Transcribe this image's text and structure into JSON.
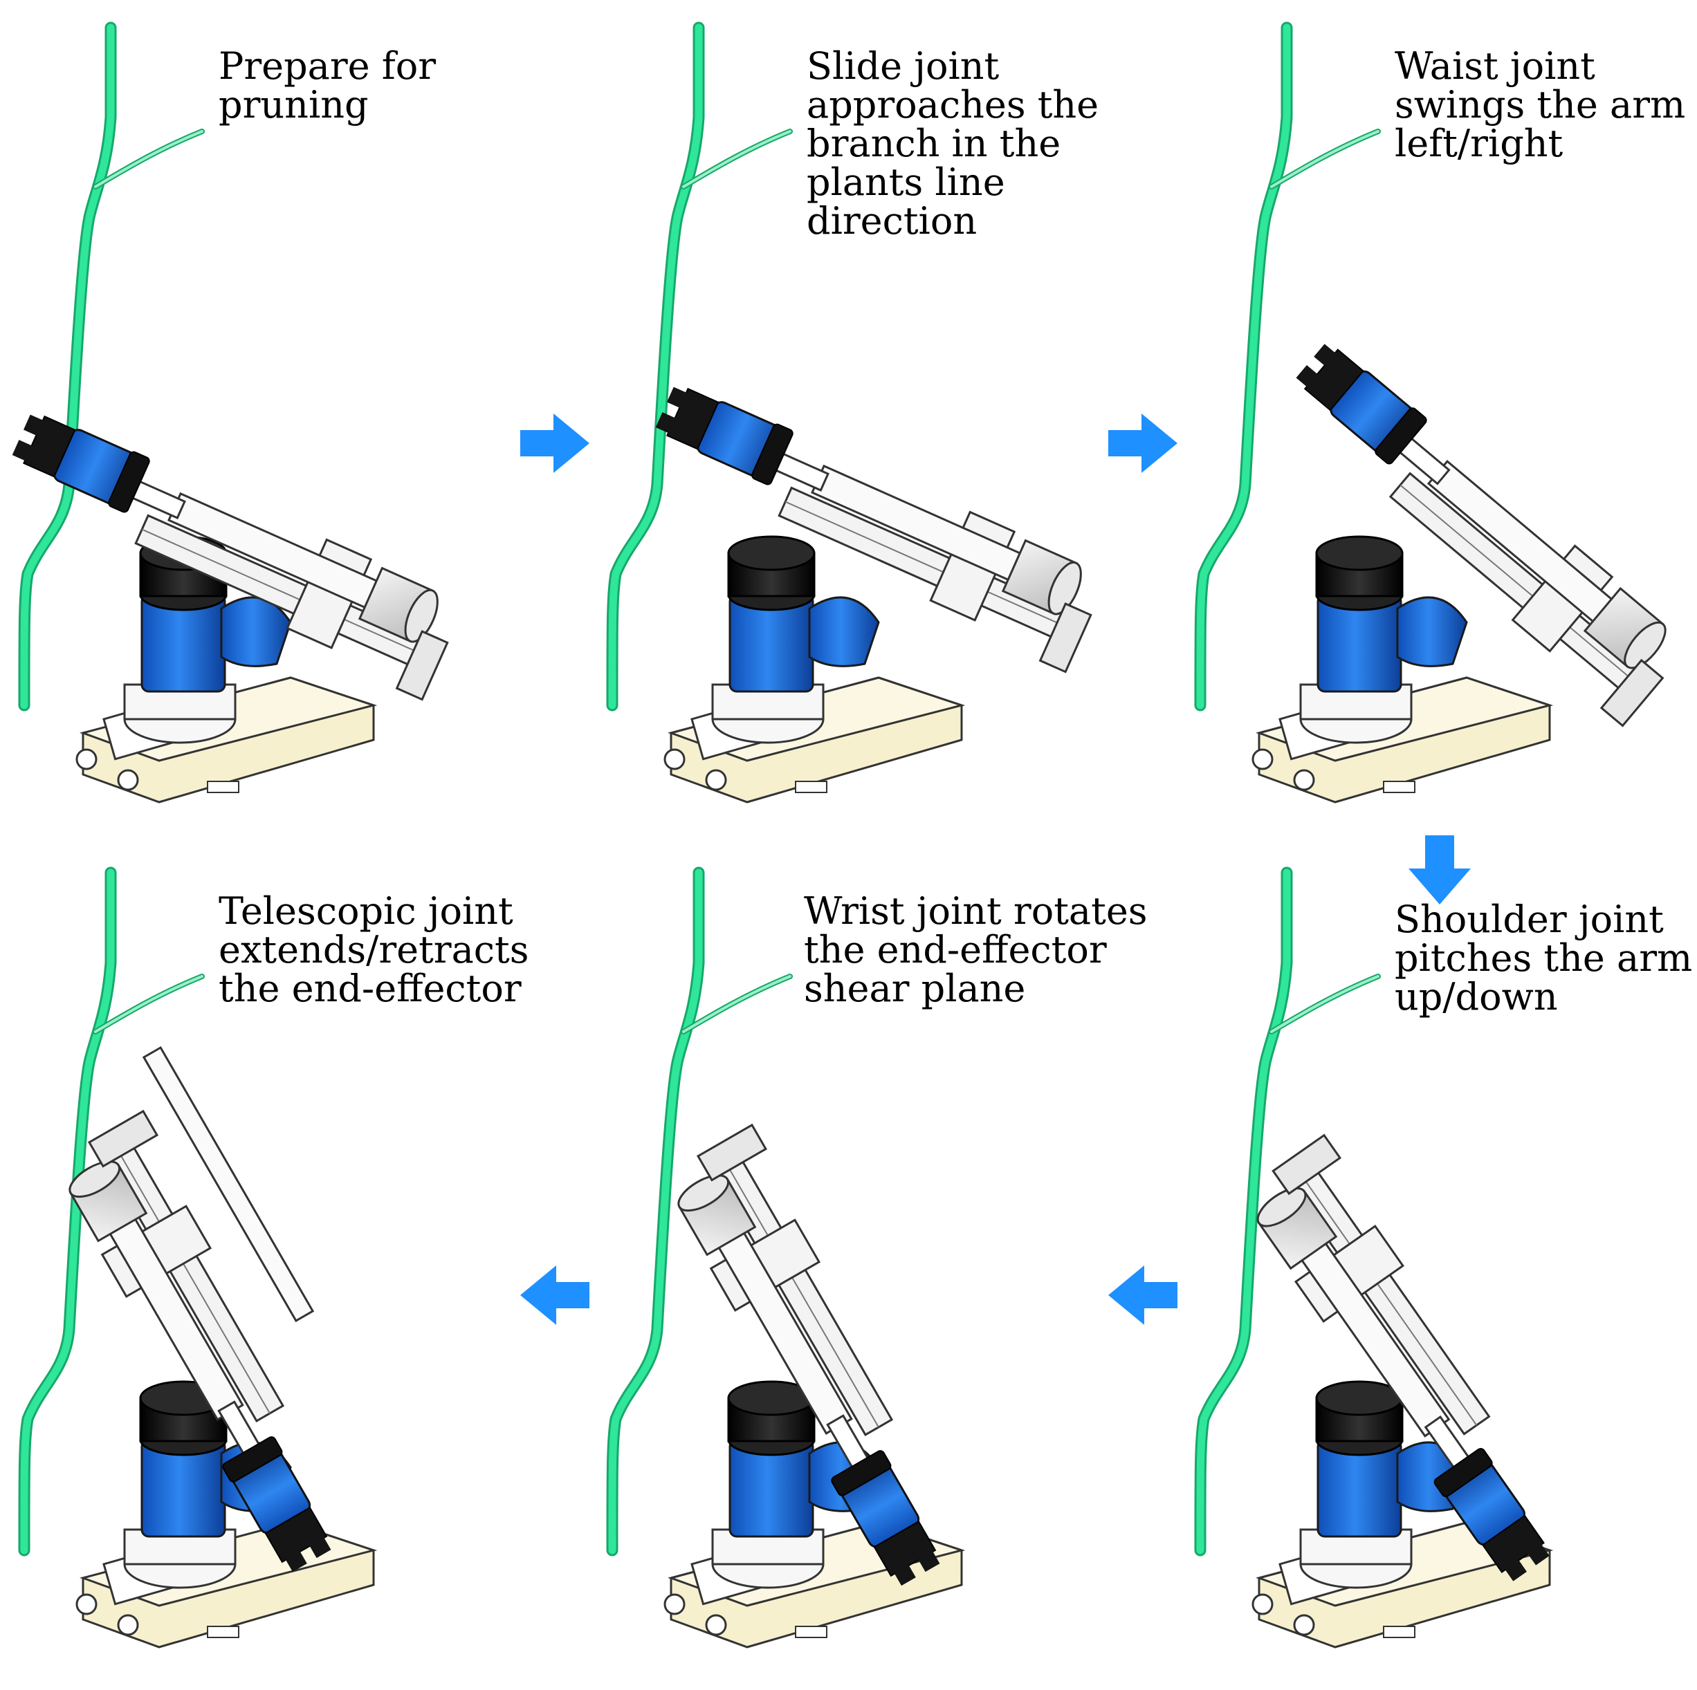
{
  "colors": {
    "branch": "#2fe69a",
    "branch_edge": "#16a86a",
    "arrow": "#1e90ff",
    "motor_blue": "#1f6fe0",
    "cap_black": "#111111",
    "rail": "#f3f3f3",
    "base_cream": "#f6f0cf"
  },
  "panels": [
    {
      "id": "prepare",
      "caption": [
        "Prepare for",
        "pruning"
      ]
    },
    {
      "id": "slide",
      "caption": [
        "Slide joint",
        "approaches the",
        "branch in the",
        "plants line",
        "direction"
      ]
    },
    {
      "id": "waist",
      "caption": [
        "Waist joint",
        "swings the arm",
        "left/right"
      ]
    },
    {
      "id": "telescopic",
      "caption": [
        "Telescopic joint",
        "extends/retracts",
        "the end-effector"
      ]
    },
    {
      "id": "wrist",
      "caption": [
        "Wrist joint rotates",
        "the end-effector",
        "shear plane"
      ]
    },
    {
      "id": "shoulder",
      "caption": [
        "Shoulder joint",
        "pitches the arm",
        "up/down"
      ]
    }
  ],
  "arrows": [
    {
      "from": "prepare",
      "to": "slide",
      "direction": "right"
    },
    {
      "from": "slide",
      "to": "waist",
      "direction": "right"
    },
    {
      "from": "waist",
      "to": "shoulder",
      "direction": "down"
    },
    {
      "from": "shoulder",
      "to": "wrist",
      "direction": "left"
    },
    {
      "from": "wrist",
      "to": "telescopic",
      "direction": "left"
    }
  ]
}
